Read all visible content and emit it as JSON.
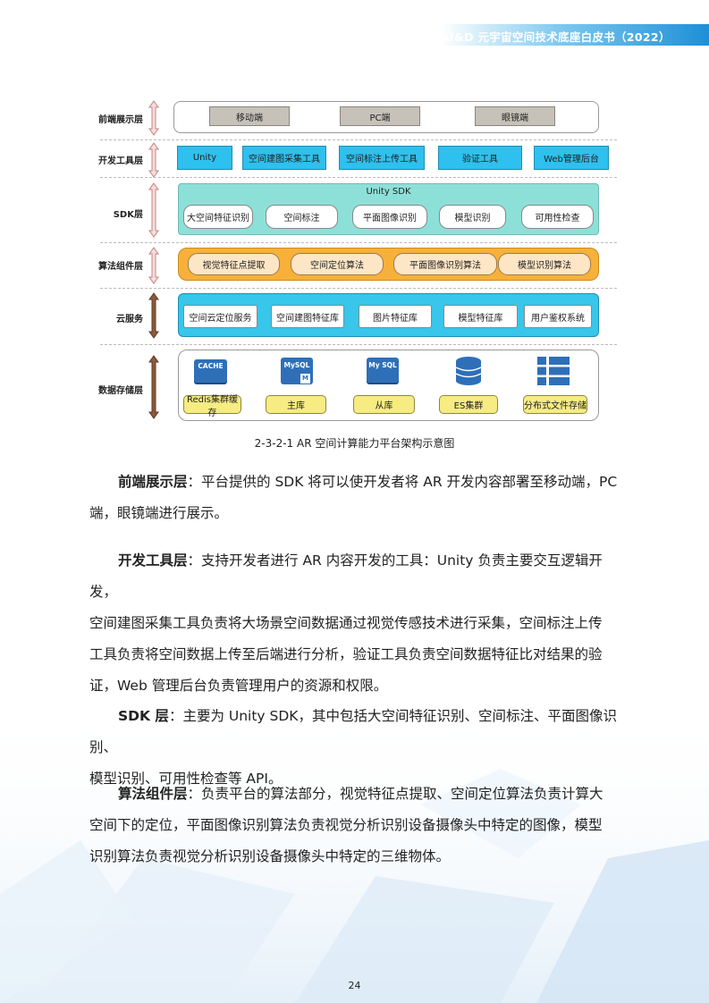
{
  "header": {
    "title": "AI&D 元宇宙空间技术底座白皮书（2022）"
  },
  "diagram": {
    "layers": [
      {
        "label": "前端展示层",
        "items": [
          "移动端",
          "PC端",
          "眼镜端"
        ]
      },
      {
        "label": "开发工具层",
        "items": [
          "Unity",
          "空间建图采集工具",
          "空间标注上传工具",
          "验证工具",
          "Web管理后台"
        ]
      },
      {
        "label": "SDK层",
        "title": "Unity SDK",
        "items": [
          "大空间特征识别",
          "空间标注",
          "平面图像识别",
          "模型识别",
          "可用性检查"
        ]
      },
      {
        "label": "算法组件层",
        "items": [
          "视觉特征点提取",
          "空间定位算法",
          "平面图像识别算法",
          "模型识别算法"
        ]
      },
      {
        "label": "云服务",
        "items": [
          "空间云定位服务",
          "空间建图特征库",
          "图片特征库",
          "模型特征库",
          "用户鉴权系统"
        ]
      },
      {
        "label": "数据存储层",
        "icons": [
          "CACHE",
          "MySQL",
          "My SQL"
        ],
        "items": [
          "Redis集群缓存",
          "主库",
          "从库",
          "ES集群",
          "分布式文件存储"
        ]
      }
    ],
    "caption": "2-3-2-1 AR 空间计算能力平台架构示意图"
  },
  "paragraphs": [
    {
      "lead": "前端展示层",
      "lines": [
        "：平台提供的 SDK 将可以使开发者将 AR 开发内容部署至移动端，PC",
        "端，眼镜端进行展示。"
      ]
    },
    {
      "lead": "开发工具层",
      "lines": [
        "：支持开发者进行 AR 内容开发的工具：Unity 负责主要交互逻辑开发，",
        "空间建图采集工具负责将大场景空间数据通过视觉传感技术进行采集，空间标注上传",
        "工具负责将空间数据上传至后端进行分析，验证工具负责空间数据特征比对结果的验",
        "证，Web 管理后台负责管理用户的资源和权限。"
      ]
    },
    {
      "lead": "SDK 层",
      "lines": [
        "：主要为 Unity SDK，其中包括大空间特征识别、空间标注、平面图像识别、",
        "模型识别、可用性检查等 API。"
      ]
    },
    {
      "lead": "算法组件层",
      "lines": [
        "：负责平台的算法部分，视觉特征点提取、空间定位算法负责计算大",
        "空间下的定位，平面图像识别算法负责视觉分析识别设备摄像头中特定的图像，模型",
        "识别算法负责视觉分析识别设备摄像头中特定的三维物体。"
      ]
    }
  ],
  "page_number": "24"
}
